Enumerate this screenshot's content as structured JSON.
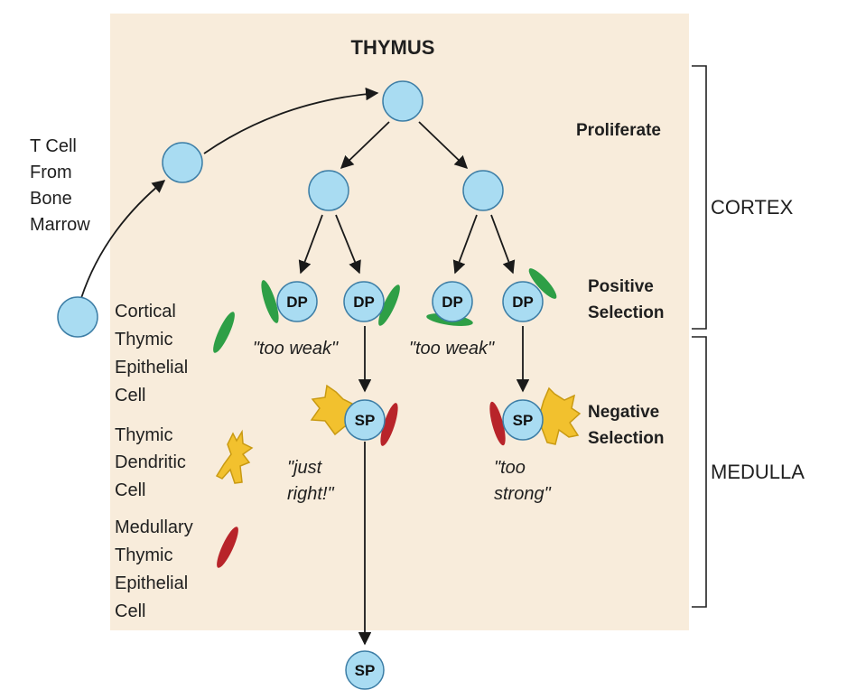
{
  "title": "THYMUS",
  "regions": {
    "cortex": "CORTEX",
    "medulla": "MEDULLA"
  },
  "stages": {
    "proliferate": "Proliferate",
    "positive": [
      "Positive",
      "Selection"
    ],
    "negative": [
      "Negative",
      "Selection"
    ]
  },
  "origin_label": [
    "T Cell",
    "From",
    "Bone",
    "Marrow"
  ],
  "cell_labels": {
    "dp": "DP",
    "sp": "SP"
  },
  "outcomes": {
    "too_weak": "\"too weak\"",
    "just_right": [
      "\"just",
      "right!\""
    ],
    "too_strong": [
      "\"too",
      "strong\""
    ]
  },
  "legend": {
    "cortical": [
      "Cortical",
      "Thymic",
      "Epithelial",
      "Cell"
    ],
    "dendritic": [
      "Thymic",
      "Dendritic",
      "Cell"
    ],
    "medullary": [
      "Medullary",
      "Thymic",
      "Epithelial",
      "Cell"
    ]
  },
  "colors": {
    "thymus_bg": "#f8ecdb",
    "cell_fill": "#a9dcf2",
    "cell_stroke": "#3d7ea6",
    "cortical": "#2e9f46",
    "dendritic": "#f2c12e",
    "medullary": "#b8242a"
  }
}
